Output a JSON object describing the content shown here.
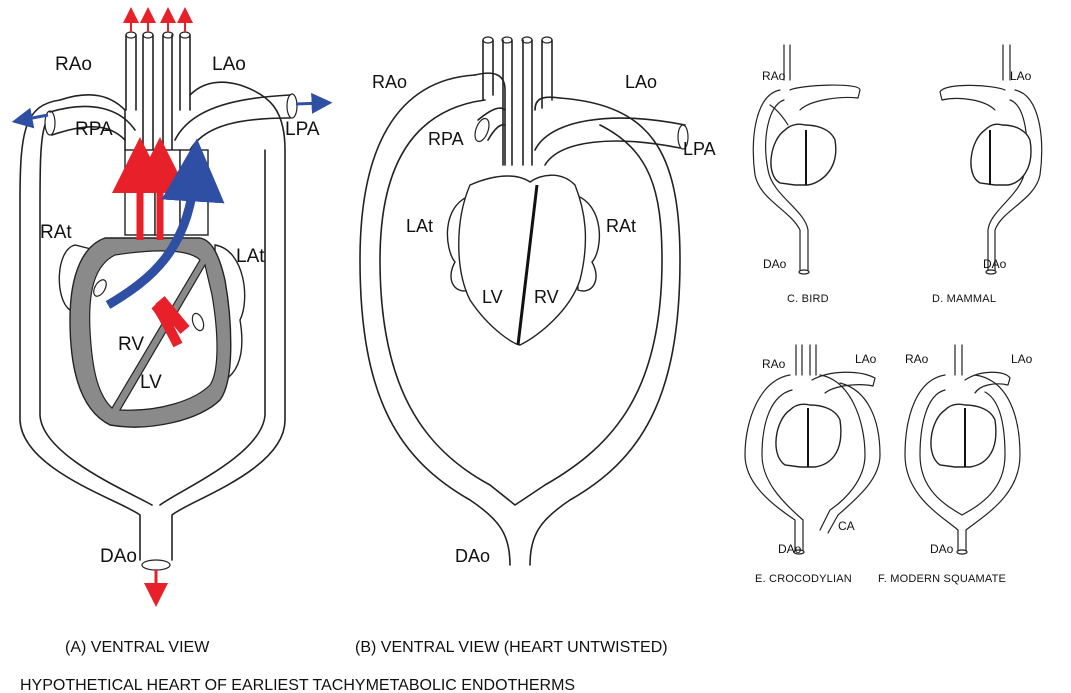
{
  "panel_a": {
    "labels": {
      "rao": "RAo",
      "lao": "LAo",
      "rpa": "RPA",
      "lpa": "LPA",
      "rat": "RAt",
      "lat": "LAt",
      "rv": "RV",
      "lv": "LV",
      "dao": "DAo"
    },
    "caption": "(A)  VENTRAL VIEW"
  },
  "panel_b": {
    "labels": {
      "rao": "RAo",
      "lao": "LAo",
      "rpa": "RPA",
      "lpa": "LPA",
      "lat": "LAt",
      "rat": "RAt",
      "lv": "LV",
      "rv": "RV",
      "dao": "DAo"
    },
    "caption": "(B)  VENTRAL VIEW (HEART UNTWISTED)"
  },
  "panel_c": {
    "labels": {
      "rao": "RAo",
      "dao": "DAo"
    },
    "caption": "C. BIRD"
  },
  "panel_d": {
    "labels": {
      "lao": "LAo",
      "dao": "DAo"
    },
    "caption": "D. MAMMAL"
  },
  "panel_e": {
    "labels": {
      "rao": "RAo",
      "lao": "LAo",
      "ca": "CA",
      "dao": "DAo"
    },
    "caption": "E. CROCODYLIAN"
  },
  "panel_f": {
    "labels": {
      "rao": "RAo",
      "lao": "LAo",
      "dao": "DAo"
    },
    "caption": "F. MODERN SQUAMATE"
  },
  "main_caption": "HYPOTHETICAL HEART OF EARLIEST TACHYMETABOLIC ENDOTHERMS",
  "colors": {
    "oxygenated": "#e8202a",
    "deoxygenated": "#2e4fa3",
    "wall": "#8a8a8a",
    "line": "#222222"
  }
}
